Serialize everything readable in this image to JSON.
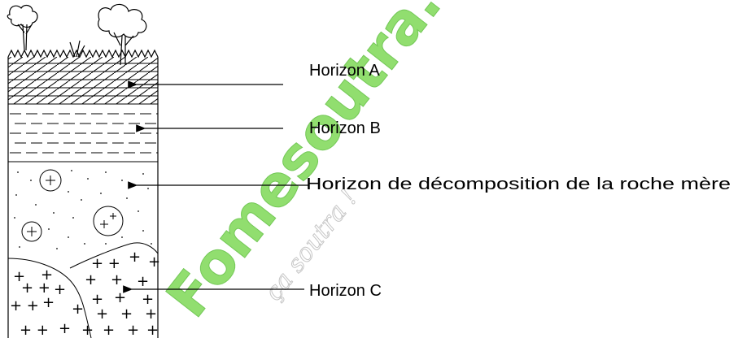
{
  "labels": {
    "horizon_a": "Horizon A",
    "horizon_b": "Horizon B",
    "horizon_decomp": "Horizon de décomposition de la roche mère",
    "horizon_c": "Horizon C"
  },
  "watermark": {
    "brand": "Fomesoutra.com",
    "tagline": "ça soutra !"
  },
  "colors": {
    "watermark_green": "#7ed957",
    "ink": "#000000"
  }
}
